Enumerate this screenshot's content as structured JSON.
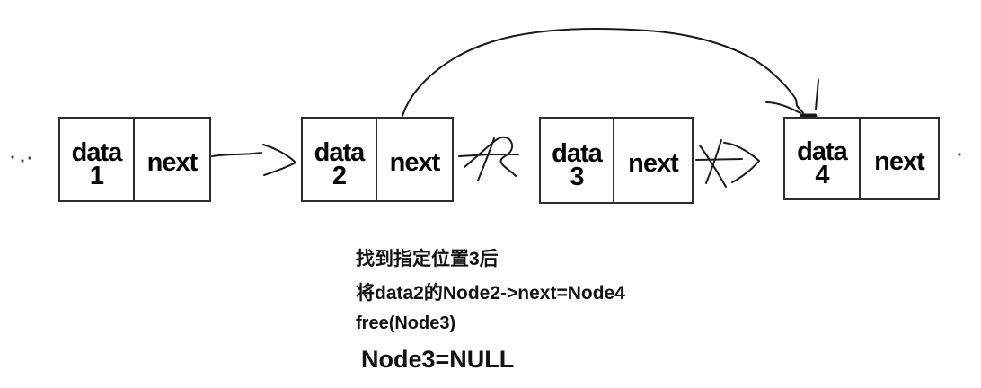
{
  "nodes": [
    {
      "data_label": "data",
      "number": "1",
      "next_label": "next"
    },
    {
      "data_label": "data",
      "number": "2",
      "next_label": "next"
    },
    {
      "data_label": "data",
      "number": "3",
      "next_label": "next"
    },
    {
      "data_label": "data",
      "number": "4",
      "next_label": "next"
    }
  ],
  "annotation": {
    "line1": "找到指定位置3后",
    "line2": "将data2的Node2->next=Node4",
    "line3": "free(Node3)",
    "line4": "Node3=NULL"
  },
  "arrows": {
    "arrow_1_2": "hand-drawn-right-arrow",
    "crossed_arrow_2_3": "scribbled-out-arrow",
    "crossed_arrow_3_4": "scribbled-out-arrow",
    "curved_arrow_2_4": "curved-bypass-arrow-from-node2-next-to-node4"
  },
  "colors": {
    "background": "#ffffff",
    "stroke": "#1a1a1a",
    "box_border": "#2e2e2e",
    "text": "#000000"
  }
}
